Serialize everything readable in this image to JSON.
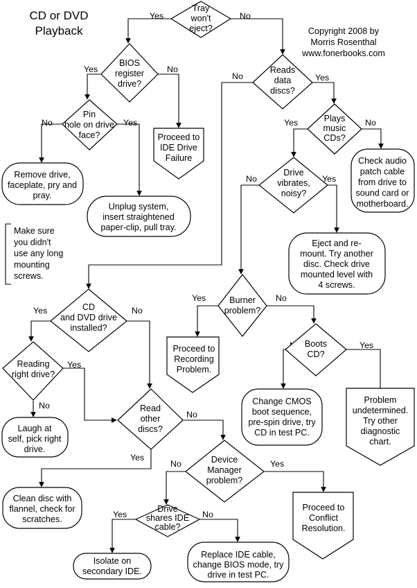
{
  "diagram": {
    "title": [
      "CD or DVD",
      "Playback"
    ],
    "credit": [
      "Copyright 2008 by",
      "Morris Rosenthal",
      "www.fonerbooks.com"
    ],
    "nodes": {
      "tray": [
        "Tray",
        "won't",
        "eject?"
      ],
      "bios": [
        "BIOS",
        "register",
        "drive?"
      ],
      "pinhole": [
        "Pin",
        "hole on drive",
        "face?"
      ],
      "remove_drive": [
        "Remove drive,",
        "faceplate, pry and",
        "pray."
      ],
      "ide_failure": [
        "Proceed to",
        "IDE Drive",
        "Failure"
      ],
      "unplug": [
        "Unplug system,",
        "insert straightened",
        "paper-clip, pull tray."
      ],
      "mounting_note": [
        "Make sure",
        "you didn't",
        "use any long",
        "mounting",
        "screws."
      ],
      "reads_data": [
        "Reads",
        "data",
        "discs?"
      ],
      "plays_music": [
        "Plays",
        "music",
        "CDs?"
      ],
      "audio_cable": [
        "Check audio",
        "patch cable",
        "from drive to",
        "sound card or",
        "motherboard."
      ],
      "vibrates": [
        "Drive",
        "vibrates,",
        "noisy?"
      ],
      "remount": [
        "Eject and re-",
        "mount. Try another",
        "disc. Check drive",
        "mounted level with",
        "4 screws."
      ],
      "dvd_installed": [
        "CD",
        "and DVD drive",
        "installed?"
      ],
      "burner": [
        "Burner",
        "problem?"
      ],
      "recording": [
        "Proceed to",
        "Recording",
        "Problem."
      ],
      "boots_cd": [
        "Boots",
        "CD?"
      ],
      "right_drive": [
        "Reading",
        "right drive?"
      ],
      "laugh": [
        "Laugh at",
        "self, pick right",
        "drive."
      ],
      "read_other": [
        "Read",
        "other",
        "discs?"
      ],
      "cmos": [
        "Change CMOS",
        "boot sequence,",
        "pre-spin drive, try",
        "CD in test PC."
      ],
      "undetermined": [
        "Problem",
        "undetermined.",
        "Try other",
        "diagnostic",
        "chart."
      ],
      "device_manager": [
        "Device",
        "Manager",
        "problem?"
      ],
      "clean_disc": [
        "Clean disc with",
        "flannel, check for",
        "scratches."
      ],
      "conflict": [
        "Proceed to",
        "Conflict",
        "Resolution."
      ],
      "shares_ide": [
        "Drive",
        "shares IDE",
        "cable?"
      ],
      "isolate": [
        "Isolate on",
        "secondary IDE."
      ],
      "replace_ide": [
        "Replace IDE cable,",
        "change BIOS mode, try",
        "drive in test PC."
      ]
    },
    "branch_labels": {
      "yes": "Yes",
      "no": "No"
    }
  }
}
